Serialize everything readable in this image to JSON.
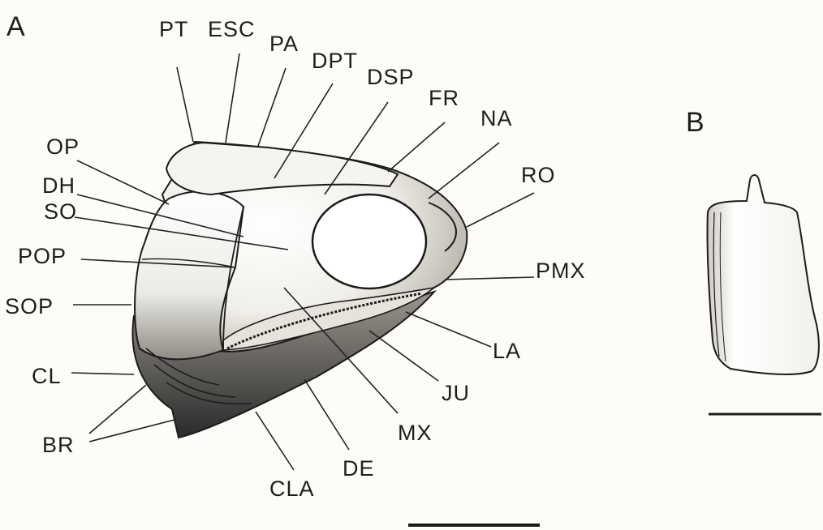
{
  "panels": {
    "a": "A",
    "b": "B"
  },
  "labels": {
    "pt": "PT",
    "esc": "ESC",
    "pa": "PA",
    "dpt": "DPT",
    "dsp": "DSP",
    "fr": "FR",
    "na": "NA",
    "ro": "RO",
    "op": "OP",
    "dh": "DH",
    "so": "SO",
    "pop": "POP",
    "pmx": "PMX",
    "sop": "SOP",
    "la": "LA",
    "cl": "CL",
    "ju": "JU",
    "br": "BR",
    "mx": "MX",
    "de": "DE",
    "cla": "CLA"
  }
}
